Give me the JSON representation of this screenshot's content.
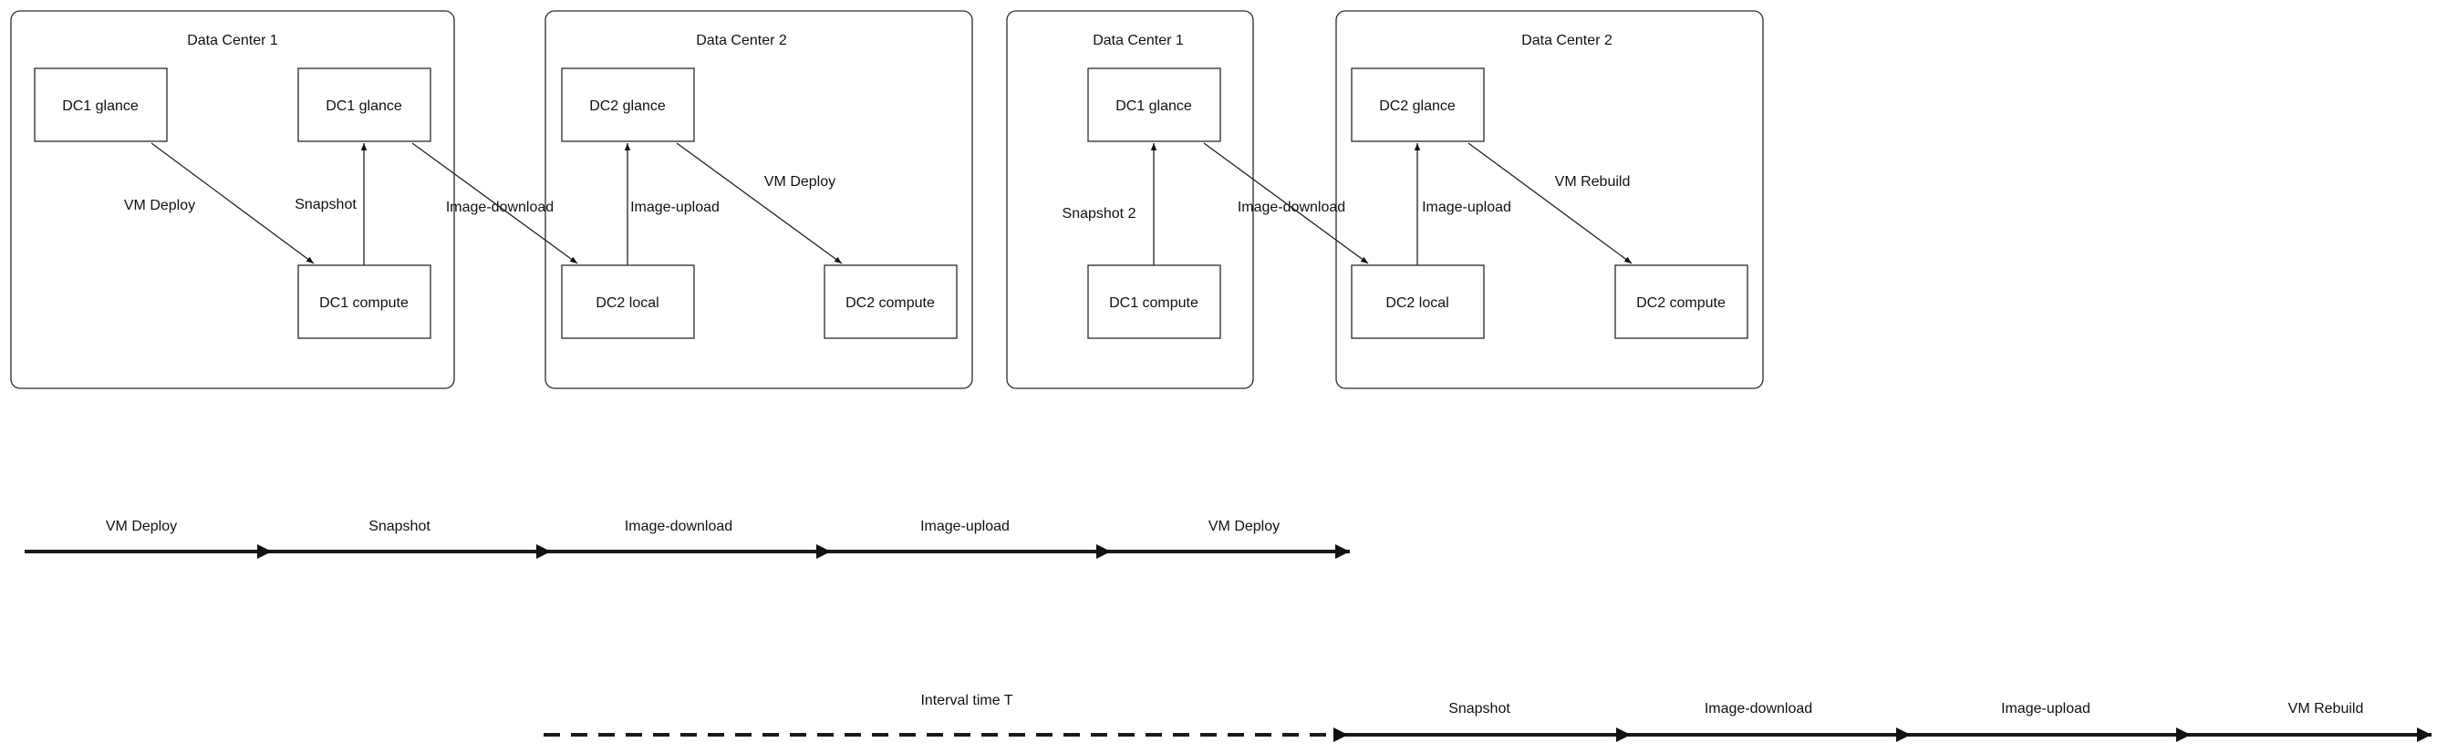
{
  "diagram": {
    "left_group": {
      "dc1": {
        "title": "Data Center 1",
        "glance_a": "DC1 glance",
        "glance_b": "DC1 glance",
        "compute": "DC1 compute"
      },
      "dc2": {
        "title": "Data Center 2",
        "glance": "DC2 glance",
        "local": "DC2 local",
        "compute": "DC2 compute"
      },
      "edges": {
        "vm_deploy_1": "VM Deploy",
        "snapshot": "Snapshot",
        "image_download": "Image-download",
        "image_upload": "Image-upload",
        "vm_deploy_2": "VM Deploy"
      }
    },
    "right_group": {
      "dc1": {
        "title": "Data Center 1",
        "glance": "DC1 glance",
        "compute": "DC1 compute"
      },
      "dc2": {
        "title": "Data Center 2",
        "glance": "DC2 glance",
        "local": "DC2 local",
        "compute": "DC2 compute"
      },
      "edges": {
        "snapshot": "Snapshot 2",
        "image_download": "Image-download",
        "image_upload": "Image-upload",
        "vm_rebuild": "VM Rebuild"
      }
    }
  },
  "timeline1": {
    "labels": [
      "VM Deploy",
      "Snapshot",
      "Image-download",
      "Image-upload",
      "VM Deploy"
    ]
  },
  "timeline2": {
    "interval_label": "Interval time T",
    "labels": [
      "Snapshot",
      "Image-download",
      "Image-upload",
      "VM Rebuild"
    ]
  }
}
